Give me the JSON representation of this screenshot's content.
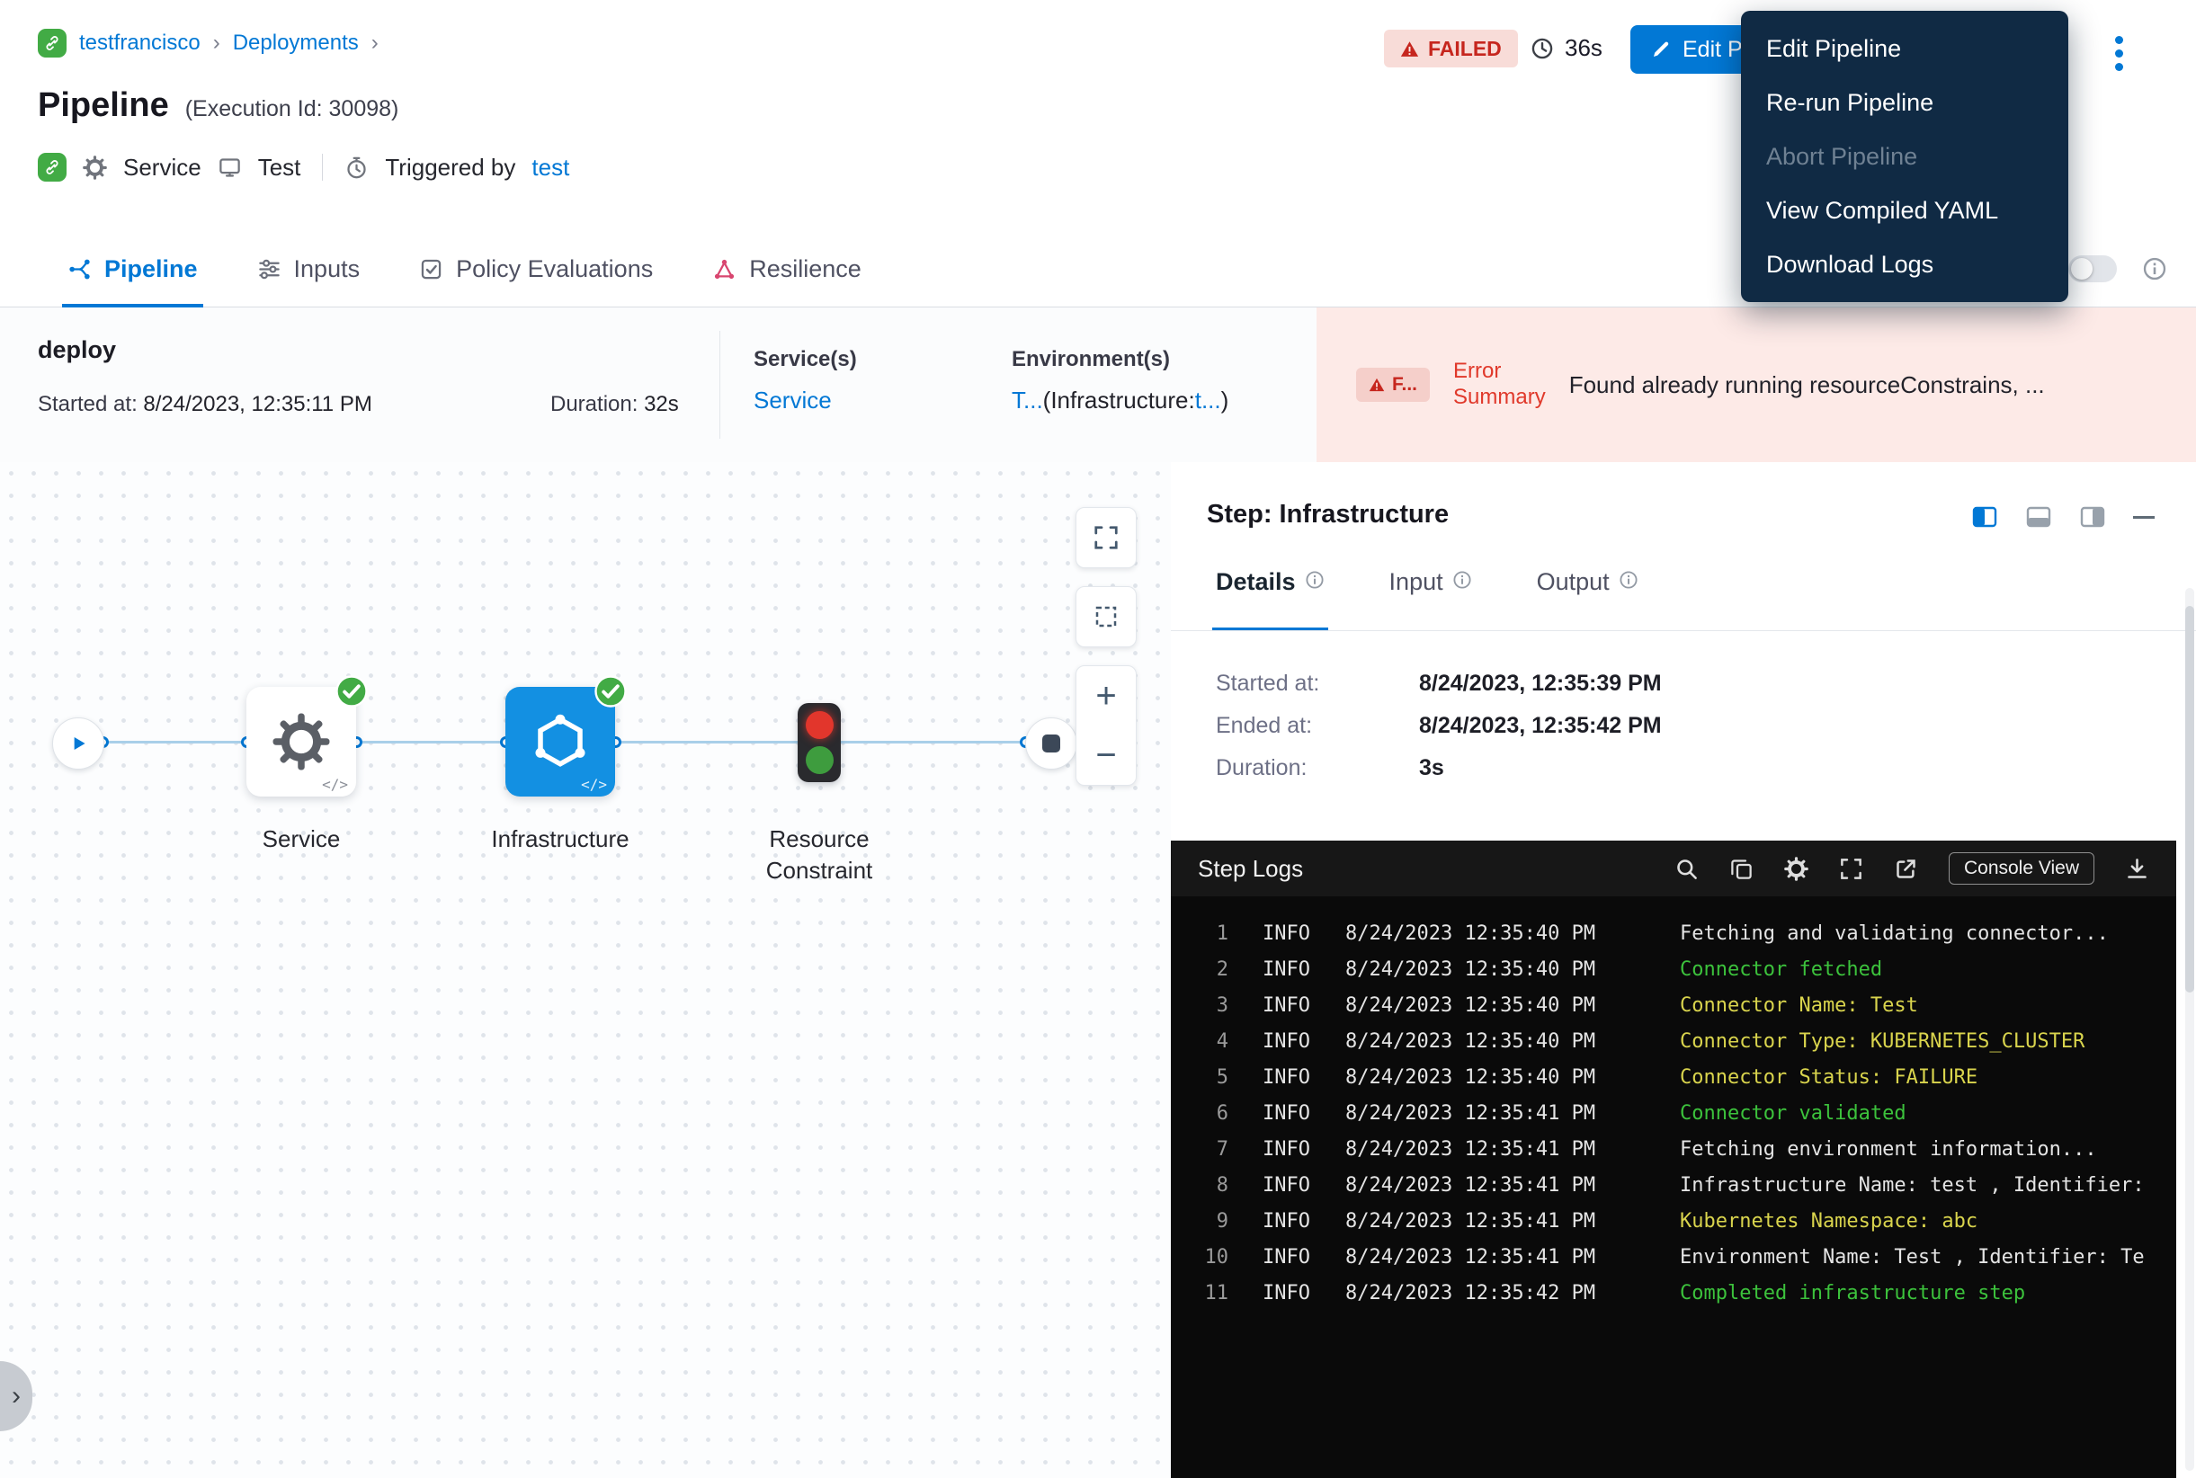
{
  "breadcrumb": {
    "items": [
      {
        "label": "testfrancisco"
      },
      {
        "label": "Deployments"
      }
    ],
    "separator": "›"
  },
  "header": {
    "title": "Pipeline",
    "execution_id": "(Execution Id: 30098)",
    "service": "Service",
    "test": "Test",
    "triggered_by": "Triggered by",
    "triggered_by_user": "test",
    "status": "FAILED",
    "elapsed": "36s",
    "edit_button": "Edit Pipeline"
  },
  "context_menu": {
    "items": [
      {
        "label": "Edit Pipeline",
        "disabled": false
      },
      {
        "label": "Re-run Pipeline",
        "disabled": false
      },
      {
        "label": "Abort Pipeline",
        "disabled": true
      },
      {
        "label": "View Compiled YAML",
        "disabled": false
      },
      {
        "label": "Download Logs",
        "disabled": false
      }
    ]
  },
  "tabs": {
    "items": [
      {
        "label": "Pipeline",
        "active": true
      },
      {
        "label": "Inputs",
        "active": false
      },
      {
        "label": "Policy Evaluations",
        "active": false
      },
      {
        "label": "Resilience",
        "active": false
      }
    ]
  },
  "stage": {
    "name": "deploy",
    "started_label": "Started at:",
    "started": "8/24/2023, 12:35:11 PM",
    "duration_label": "Duration:",
    "duration": "32s",
    "services_label": "Service(s)",
    "services_value": "Service",
    "environments_label": "Environment(s)",
    "env_link1": "T...",
    "env_mid": "(Infrastructure:",
    "env_link2": "t...",
    "env_end": ")",
    "error_badge": "F...",
    "error_label_line1": "Error",
    "error_label_line2": "Summary",
    "error_text": "Found already running resourceConstrains, ..."
  },
  "graph": {
    "nodes": [
      {
        "label": "Service"
      },
      {
        "label": "Infrastructure"
      },
      {
        "label": "Resource Constraint"
      }
    ],
    "code_marker": "</>"
  },
  "step_panel": {
    "title": "Step: Infrastructure",
    "tabs": [
      {
        "label": "Details"
      },
      {
        "label": "Input"
      },
      {
        "label": "Output"
      }
    ],
    "details": [
      {
        "label": "Started at:",
        "value": "8/24/2023, 12:35:39 PM"
      },
      {
        "label": "Ended at:",
        "value": "8/24/2023, 12:35:42 PM"
      },
      {
        "label": "Duration:",
        "value": "3s"
      }
    ]
  },
  "logs": {
    "title": "Step Logs",
    "console_view": "Console View",
    "lines": [
      {
        "num": "1",
        "level": "INFO",
        "time": "8/24/2023 12:35:40 PM",
        "msg": "Fetching and validating connector...",
        "color": "default"
      },
      {
        "num": "2",
        "level": "INFO",
        "time": "8/24/2023 12:35:40 PM",
        "msg": "Connector fetched",
        "color": "green"
      },
      {
        "num": "3",
        "level": "INFO",
        "time": "8/24/2023 12:35:40 PM",
        "msg": "Connector Name: Test",
        "color": "yellow"
      },
      {
        "num": "4",
        "level": "INFO",
        "time": "8/24/2023 12:35:40 PM",
        "msg": "Connector Type: KUBERNETES_CLUSTER",
        "color": "yellow"
      },
      {
        "num": "5",
        "level": "INFO",
        "time": "8/24/2023 12:35:40 PM",
        "msg": "Connector Status: FAILURE",
        "color": "yellow"
      },
      {
        "num": "6",
        "level": "INFO",
        "time": "8/24/2023 12:35:41 PM",
        "msg": "Connector validated",
        "color": "green"
      },
      {
        "num": "7",
        "level": "INFO",
        "time": "8/24/2023 12:35:41 PM",
        "msg": "Fetching environment information...",
        "color": "default"
      },
      {
        "num": "8",
        "level": "INFO",
        "time": "8/24/2023 12:35:41 PM",
        "msg": "Infrastructure Name: test , Identifier:",
        "color": "default"
      },
      {
        "num": "9",
        "level": "INFO",
        "time": "8/24/2023 12:35:41 PM",
        "msg": "Kubernetes Namespace: abc",
        "color": "yellow"
      },
      {
        "num": "10",
        "level": "INFO",
        "time": "8/24/2023 12:35:41 PM",
        "msg": "Environment Name: Test , Identifier: Te",
        "color": "default"
      },
      {
        "num": "11",
        "level": "INFO",
        "time": "8/24/2023 12:35:42 PM",
        "msg": "Completed infrastructure step",
        "color": "green"
      }
    ]
  },
  "colors": {
    "accent": "#0278d5",
    "failed_red": "#c6261e",
    "log_green": "#3cc23c",
    "log_yellow": "#d9d44d",
    "menu_bg": "#102a44",
    "node_blue": "#1390e2",
    "check_green": "#42ab45"
  }
}
